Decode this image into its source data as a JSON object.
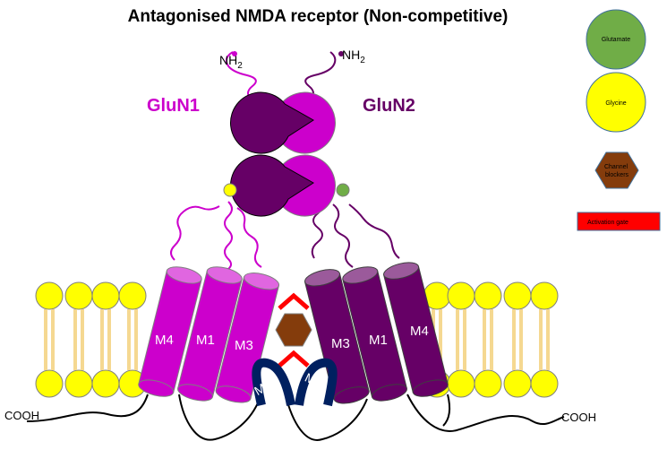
{
  "title": "Antagonised NMDA receptor (Non-competitive)",
  "subunits": {
    "left": {
      "name": "GluN1",
      "n_term": "NH",
      "n_term_sub": "2",
      "color": "#cc00cc",
      "helices": [
        "M4",
        "M1",
        "M3"
      ]
    },
    "right": {
      "name": "GluN2",
      "n_term": "NH",
      "n_term_sub": "2",
      "color": "#660066",
      "helices": [
        "M3",
        "M1",
        "M4"
      ]
    }
  },
  "pore_loops": [
    "M2",
    "M2"
  ],
  "c_term": {
    "left": "COOH",
    "right": "COOH"
  },
  "legend": [
    {
      "label": "Glutamate",
      "color": "#70ad47"
    },
    {
      "label": "Glycine",
      "color": "#ffff00"
    },
    {
      "label": "Channel blockers",
      "color": "#843c0c"
    },
    {
      "label": "Activation gate",
      "color": "#ff0000"
    }
  ]
}
